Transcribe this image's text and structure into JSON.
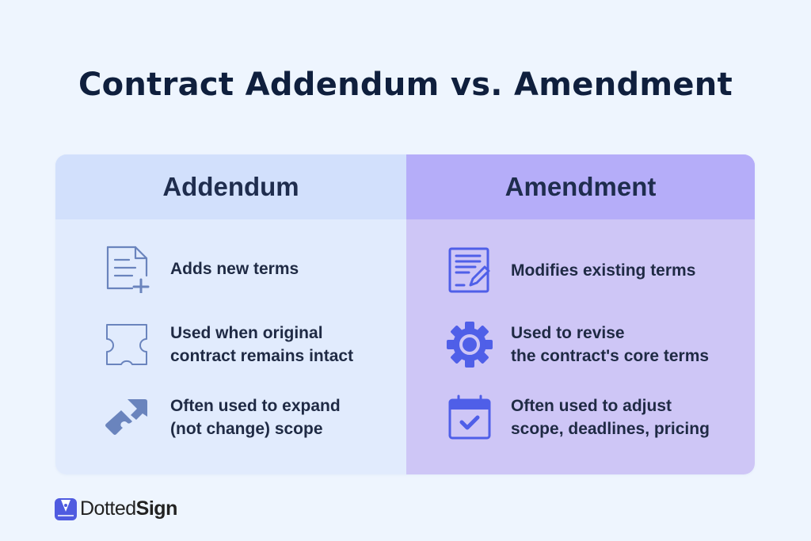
{
  "title": "Contract Addendum vs. Amendment",
  "columns": {
    "addendum": {
      "header": "Addendum",
      "colors": {
        "header_bg": "#d2e0fc",
        "body_bg": "#e1ebfd",
        "icon": "#6a84bd"
      },
      "items": [
        {
          "icon": "document-plus-icon",
          "text": "Adds new terms"
        },
        {
          "icon": "puzzle-piece-icon",
          "text": "Used when original\ncontract remains intact"
        },
        {
          "icon": "expand-arrow-puzzle-icon",
          "text": "Often used to expand\n(not change) scope"
        }
      ]
    },
    "amendment": {
      "header": "Amendment",
      "colors": {
        "header_bg": "#b5adf9",
        "body_bg": "#cec6f6",
        "icon": "#4f5fe8"
      },
      "items": [
        {
          "icon": "document-edit-icon",
          "text": "Modifies existing terms"
        },
        {
          "icon": "gear-icon",
          "text": "Used to revise\nthe contract's core terms"
        },
        {
          "icon": "calendar-check-icon",
          "text": "Often used to adjust\nscope, deadlines, pricing"
        }
      ]
    }
  },
  "brand": {
    "name_light": "Dotted",
    "name_bold": "Sign",
    "color": "#4f5be0"
  }
}
